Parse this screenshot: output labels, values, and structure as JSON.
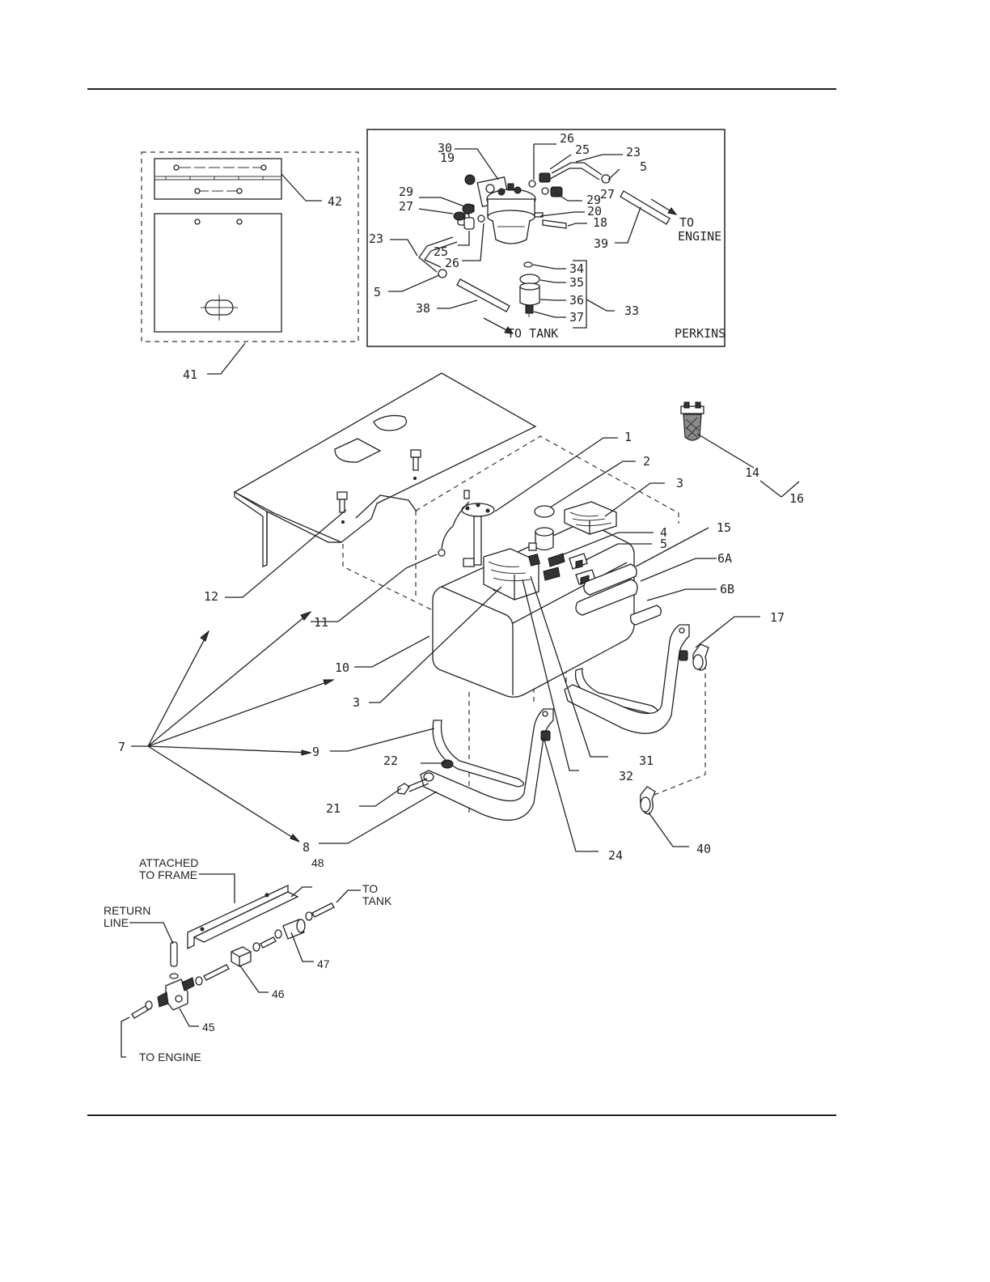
{
  "callouts": {
    "c1": "1",
    "c2": "2",
    "c3a": "3",
    "c3b": "3",
    "c4": "4",
    "c5a": "5",
    "c6a": "6A",
    "c6b": "6B",
    "c7": "7",
    "c8": "8",
    "c9": "9",
    "c10": "10",
    "c11": "11",
    "c12": "12",
    "c14": "14",
    "c15": "15",
    "c16": "16",
    "c17": "17",
    "c21": "21",
    "c22": "22",
    "c24": "24",
    "c31": "31",
    "c32": "32",
    "c40": "40",
    "c41": "41",
    "c42": "42"
  },
  "inset": {
    "label": "PERKINS",
    "to_engine": [
      "TO",
      "ENGINE"
    ],
    "to_tank": "TO TANK",
    "callouts": {
      "i30": "30",
      "i26a": "26",
      "i25a": "25",
      "i23a": "23",
      "i19": "19",
      "i5a": "5",
      "i29a": "29",
      "i27a": "27",
      "i29b": "29",
      "i27b": "27",
      "i20": "20",
      "i18": "18",
      "i23b": "23",
      "i25b": "25",
      "i26b": "26",
      "i39": "39",
      "i5b": "5",
      "i34": "34",
      "i35": "35",
      "i36": "36",
      "i38": "38",
      "i33": "33",
      "i37": "37"
    }
  },
  "lower": {
    "attached": [
      "ATTACHED",
      "TO FRAME"
    ],
    "return_line": [
      "RETURN",
      "LINE"
    ],
    "to_tank": [
      "TO",
      "TANK"
    ],
    "to_engine": "TO ENGINE",
    "callouts": {
      "l48": "48",
      "l47": "47",
      "l46": "46",
      "l45": "45"
    }
  },
  "icons": [
    "hinge-icon",
    "fuel-filter-icon",
    "fuel-tank-icon",
    "tank-strap-icon",
    "sediment-bowl-icon"
  ]
}
